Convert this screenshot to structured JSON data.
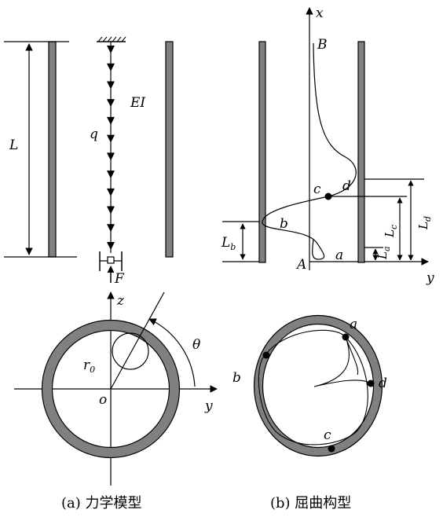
{
  "panel_a": {
    "labels": {
      "L": "L",
      "EI": "EI",
      "q": "q",
      "F": "F",
      "z": "z",
      "y": "y",
      "o": "o",
      "r": "r",
      "r_sub": "0",
      "theta": "θ"
    },
    "caption": "(a) 力学模型"
  },
  "panel_b": {
    "labels": {
      "x": "x",
      "y": "y",
      "B": "B",
      "A": "A",
      "a": "a",
      "b": "b",
      "c": "c",
      "d": "d",
      "Lb": "L",
      "Lb_sub": "b",
      "La": "L",
      "La_sub": "a",
      "Lc": "L",
      "Lc_sub": "c",
      "Ld": "L",
      "Ld_sub": "d"
    },
    "cross_section_labels": {
      "a": "a",
      "b": "b",
      "c": "c",
      "d": "d"
    },
    "caption": "(b) 屈曲构型"
  },
  "colors": {
    "wall_fill": "#808080",
    "ring_fill": "#808080",
    "line": "#000000"
  }
}
